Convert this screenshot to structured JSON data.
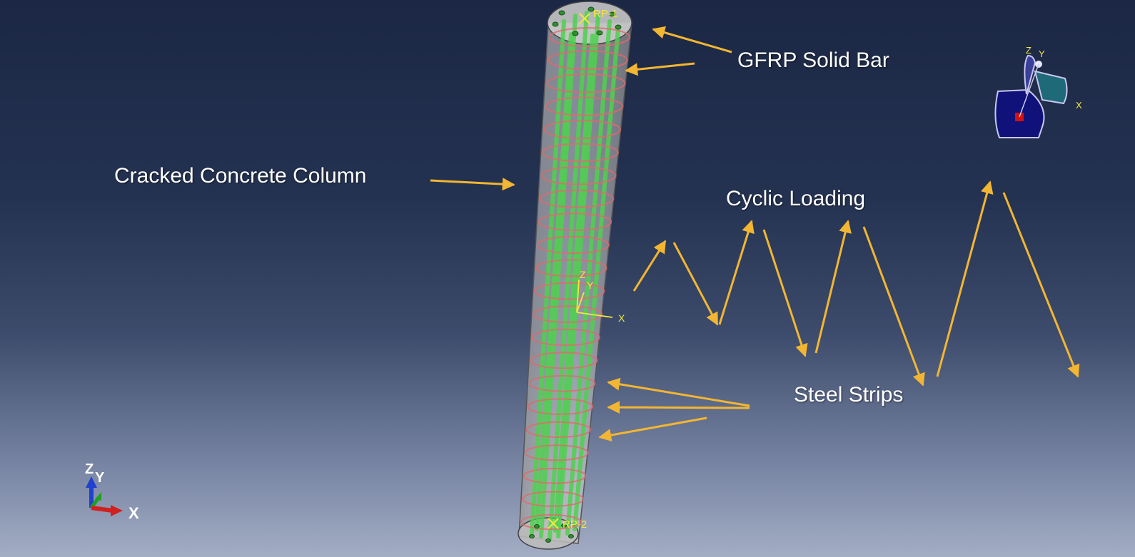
{
  "annotations": {
    "gfrp_label": "GFRP Solid Bar",
    "concrete_label": "Cracked Concrete Column",
    "cyclic_label": "Cyclic Loading",
    "steel_label": "Steel Strips"
  },
  "reference_points": {
    "top": "RP-1",
    "bottom": "RP-2"
  },
  "axes": {
    "x": "X",
    "y": "Y",
    "z": "Z"
  },
  "colors": {
    "arrow": "#f2b632",
    "concrete": "#c8c8c8",
    "gfrp_bar": "#4dd14d",
    "steel_strip": "#e06a6a",
    "csys": "#f3e83a",
    "triad_x": "#d02020",
    "triad_y": "#20a020",
    "triad_z": "#2040d0"
  },
  "icons": [
    "view-cube-icon",
    "global-triad-icon",
    "local-csys-icon"
  ]
}
